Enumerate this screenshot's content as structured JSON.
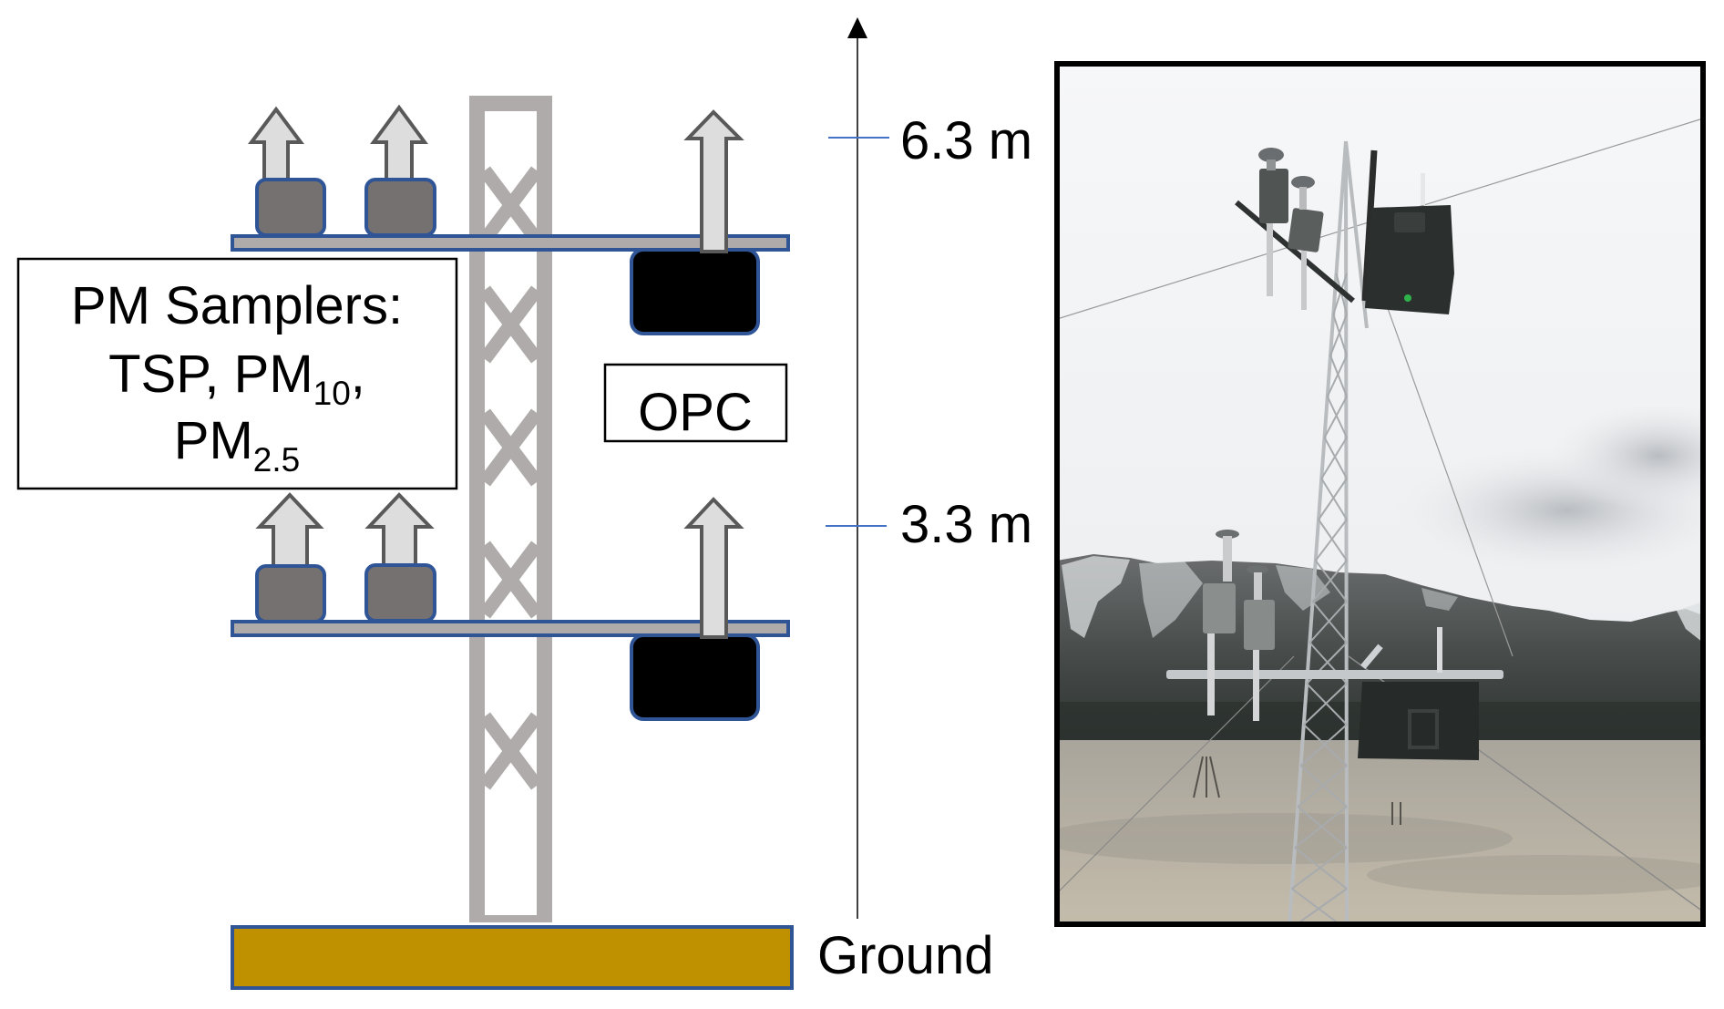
{
  "diagram": {
    "heights": [
      {
        "label": "6.3 m",
        "value_m": 6.3
      },
      {
        "label": "3.3 m",
        "value_m": 3.3
      }
    ],
    "ground_label": "Ground",
    "pm_box": {
      "line1": "PM Samplers:",
      "line2_main": "TSP, PM",
      "line2_sub": "10",
      "line2_tail": ",",
      "line3_main": "PM",
      "line3_sub": "2.5"
    },
    "opc_label": "OPC",
    "colors": {
      "ground_fill": "#BF9000",
      "outline_blue": "#2F5597",
      "shelf_fill": "#AFABAB",
      "tower_gray": "#AFABAB",
      "sampler_fill": "#767171",
      "opc_fill": "#000000",
      "arrow_fill": "#DDDDDD",
      "arrow_stroke": "#595959",
      "tick_blue": "#4472C4"
    }
  },
  "photo": {
    "description_icon": "field-site-photo"
  }
}
